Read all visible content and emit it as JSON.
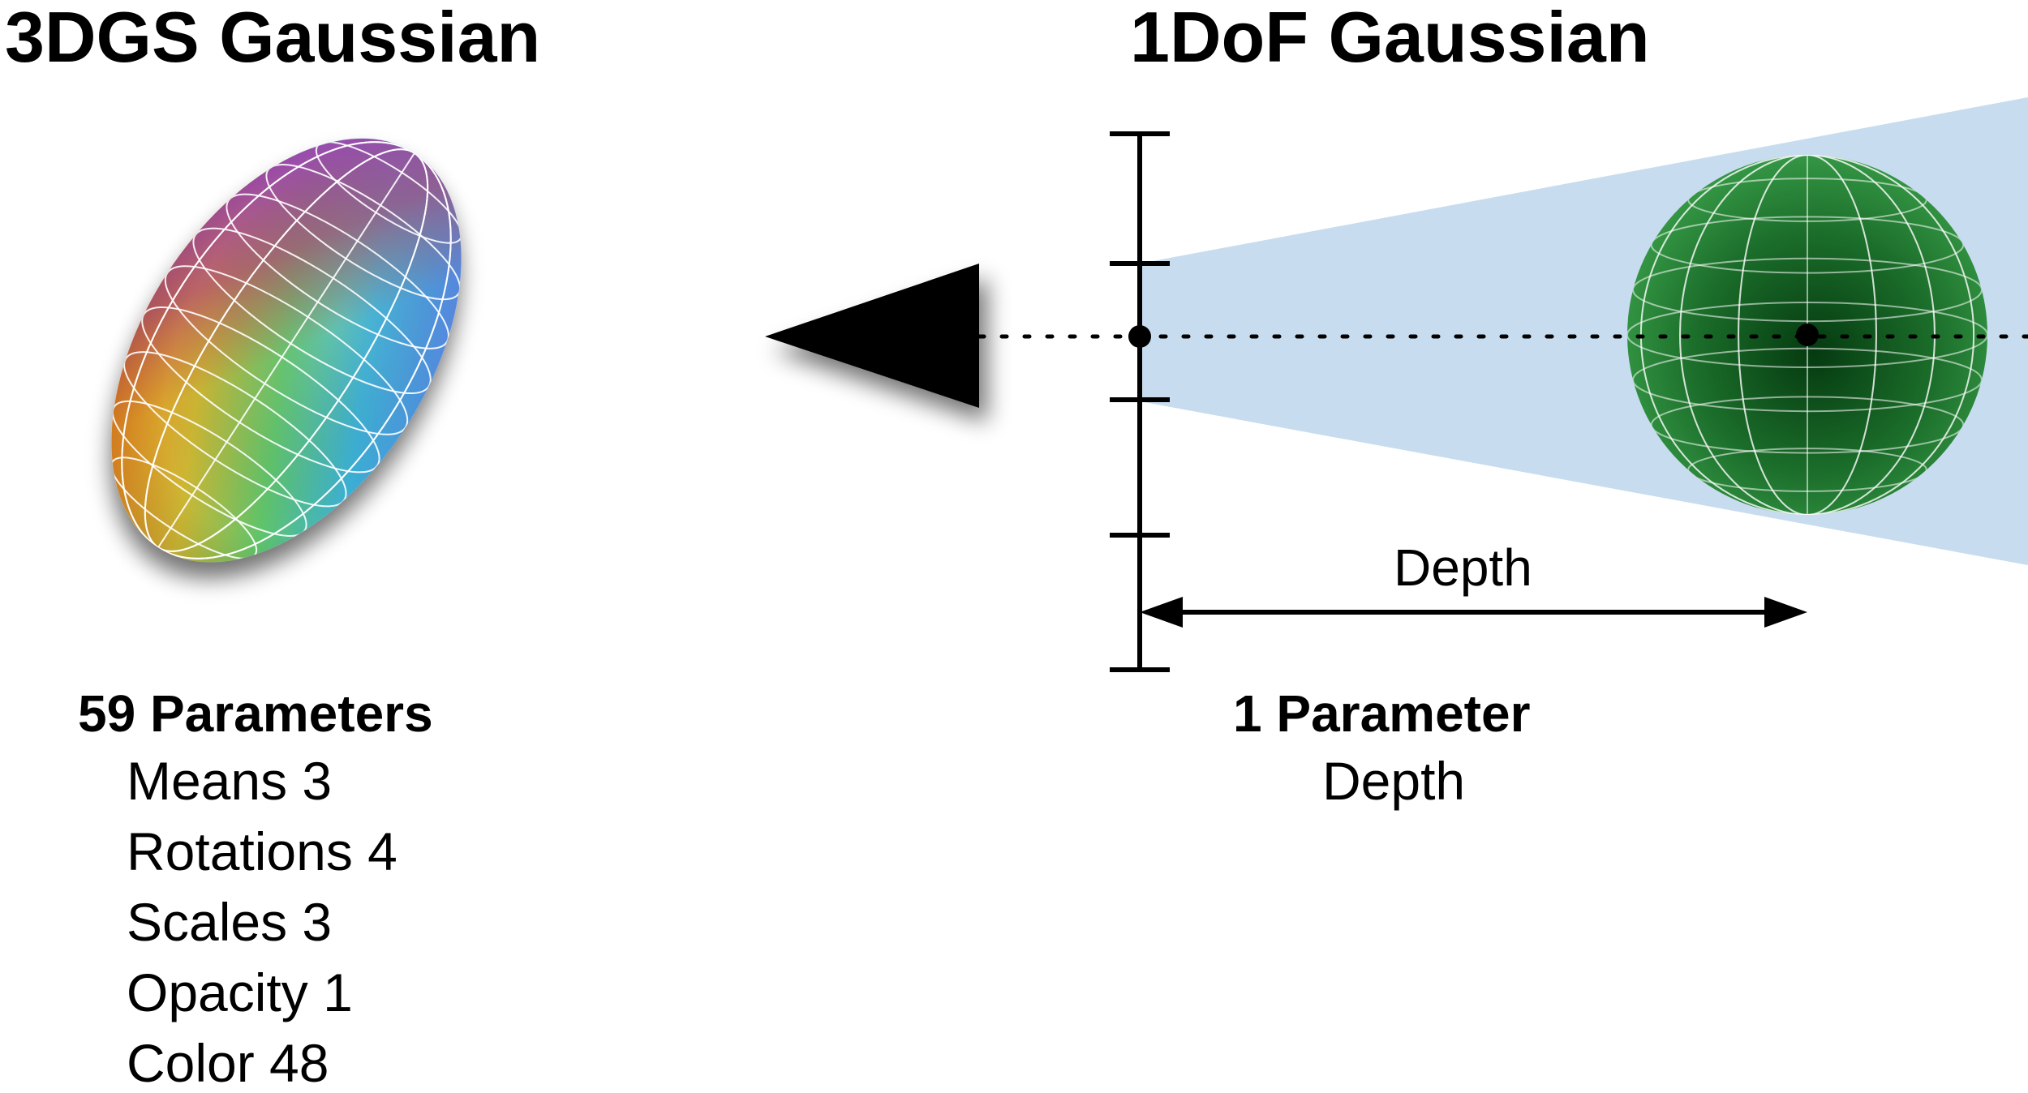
{
  "left_panel": {
    "title": "3DGS Gaussian",
    "params_heading": "59 Parameters",
    "params": [
      {
        "label": "Means",
        "count": "3",
        "text": "Means 3"
      },
      {
        "label": "Rotations",
        "count": "4",
        "text": "Rotations 4"
      },
      {
        "label": "Scales",
        "count": "3",
        "text": "Scales 3"
      },
      {
        "label": "Opacity",
        "count": "1",
        "text": "Opacity 1"
      },
      {
        "label": "Color",
        "count": "48",
        "text": "Color 48"
      }
    ],
    "ellipsoid_colors": [
      "#f08a1c",
      "#d4b62f",
      "#56c46d",
      "#3aa8d8",
      "#6a7ae0",
      "#8e4fc4",
      "#c24c73"
    ]
  },
  "right_panel": {
    "title": "1DoF Gaussian",
    "dimension_label": "Depth",
    "params_heading": "1 Parameter",
    "params": [
      {
        "label": "Depth",
        "text": "Depth"
      }
    ],
    "sphere_color": "#2f8f3c",
    "ray_color": "#c9dcef"
  }
}
